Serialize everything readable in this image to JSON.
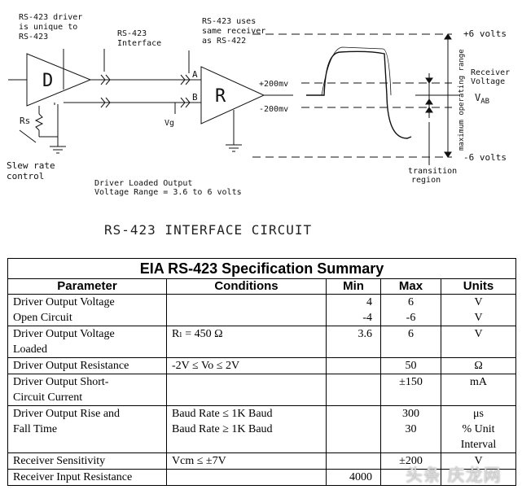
{
  "diagram": {
    "note_driver": [
      "RS-423 driver",
      "is unique to",
      "RS-423"
    ],
    "note_interface": [
      "RS-423",
      "Interface"
    ],
    "note_receiver": [
      "RS-423 uses",
      "same receiver",
      "as RS-422"
    ],
    "driver_letter": "D",
    "receiver_letter": "R",
    "pin_a": "A",
    "pin_b": "B",
    "vg": "Vg",
    "rs": "Rs",
    "slew": [
      "Slew rate",
      "control"
    ],
    "loaded_note": [
      "Driver Loaded Output",
      "Voltage Range = 3.6 to 6 volts"
    ],
    "plus200": "+200mv",
    "minus200": "-200mv",
    "vab_v": "V",
    "vab_sub": "AB",
    "plus6": "+6 volts",
    "minus6": "-6 volts",
    "receiver_voltage": [
      "Receiver",
      "Voltage"
    ],
    "max_range": "maximum operating range",
    "transition": [
      "transition",
      "region"
    ],
    "caption": "RS-423 INTERFACE CIRCUIT"
  },
  "table": {
    "title": "EIA RS-423 Specification Summary",
    "headers": [
      "Parameter",
      "Conditions",
      "Min",
      "Max",
      "Units"
    ],
    "rows": [
      {
        "parameter": [
          "Driver Output Voltage",
          "Open Circuit"
        ],
        "conditions": [],
        "min": [
          "4",
          "-4"
        ],
        "max": [
          "6",
          "-6"
        ],
        "units": [
          "V",
          "V"
        ]
      },
      {
        "parameter": [
          "Driver Output Voltage",
          "Loaded"
        ],
        "conditions": [
          "Rₗ = 450 Ω"
        ],
        "min": [
          "3.6"
        ],
        "max": [
          "6"
        ],
        "units": [
          "V"
        ]
      },
      {
        "parameter": [
          "Driver Output Resistance"
        ],
        "conditions": [
          "-2V ≤ Vo ≤ 2V"
        ],
        "min": [],
        "max": [
          "50"
        ],
        "units": [
          "Ω"
        ]
      },
      {
        "parameter": [
          "Driver Output Short-",
          "Circuit Current"
        ],
        "conditions": [],
        "min": [],
        "max": [
          "±150"
        ],
        "units": [
          "mA"
        ]
      },
      {
        "parameter": [
          "Driver Output Rise and",
          "Fall Time"
        ],
        "conditions": [
          "Baud Rate ≤ 1K Baud",
          "Baud Rate ≥ 1K Baud"
        ],
        "min": [],
        "max": [
          "300",
          "30"
        ],
        "units": [
          "μs",
          "% Unit",
          "Interval"
        ]
      },
      {
        "parameter": [
          "Receiver Sensitivity"
        ],
        "conditions": [
          "Vcm ≤ ±7V"
        ],
        "min": [],
        "max": [
          "±200"
        ],
        "units": [
          "V"
        ]
      },
      {
        "parameter": [
          "Receiver Input Resistance"
        ],
        "conditions": [],
        "min": [
          "4000"
        ],
        "max": [
          ""
        ],
        "units": [
          ""
        ]
      }
    ]
  },
  "watermark": "头条 庆龙网"
}
